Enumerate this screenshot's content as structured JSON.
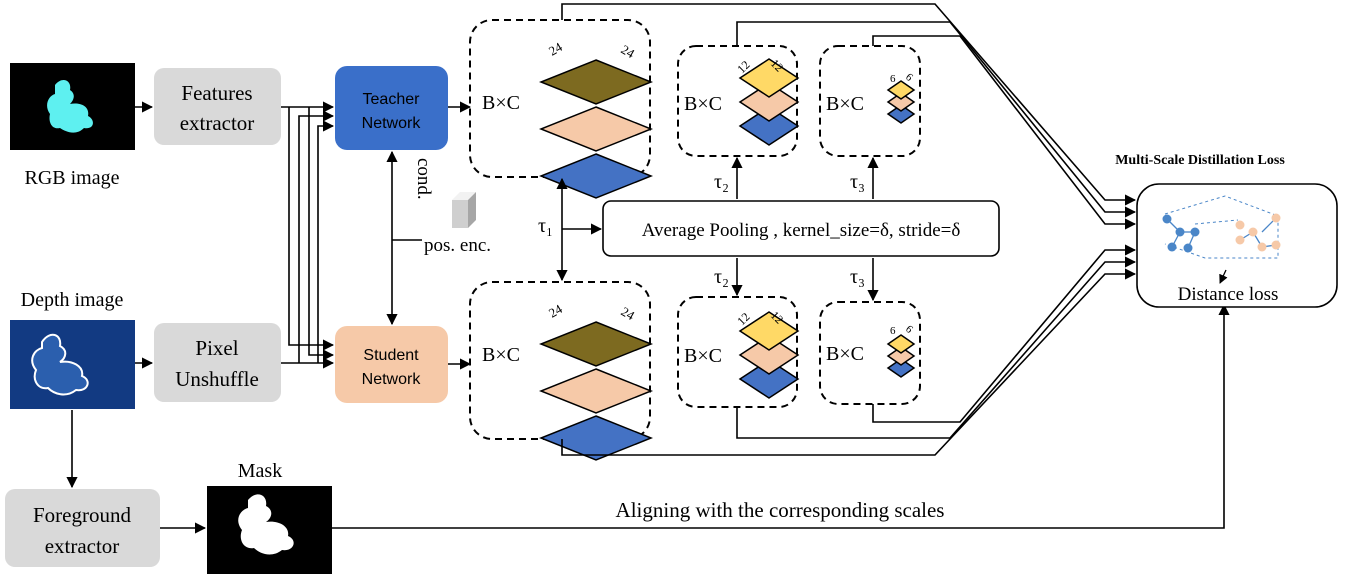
{
  "labels": {
    "rgb_image": "RGB image",
    "depth_image": "Depth image",
    "mask": "Mask",
    "features_extractor_l1": "Features",
    "features_extractor_l2": "extractor",
    "pixel_unshuffle_l1": "Pixel",
    "pixel_unshuffle_l2": "Unshuffle",
    "foreground_extractor_l1": "Foreground",
    "foreground_extractor_l2": "extractor",
    "teacher_l1": "Teacher",
    "teacher_l2": "Network",
    "student_l1": "Student",
    "student_l2": "Network",
    "cond": "cond.",
    "pos_enc": "pos. enc.",
    "bxc": "B×C",
    "tau1": "τ₁",
    "tau2": "τ₂",
    "tau3": "τ₃",
    "pooling": "Average Pooling , kernel_size=δ, stride=δ",
    "msd_title": "Multi-Scale Distillation Loss",
    "distance_loss": "Distance loss",
    "aligning": "Aligning with the corresponding scales",
    "dim_24": "24",
    "dim_12": "12",
    "dim_6": "6"
  },
  "colors": {
    "gray_box": "#d9d9d9",
    "teacher_fill": "#3a6fc9",
    "student_fill": "#f6c9a8",
    "layer_olive": "#7d6a20",
    "layer_peach": "#f6c9a8",
    "layer_blue": "#4472c4",
    "layer_yellow": "#ffd966",
    "rgb_object": "#5ef0f0",
    "depth_bg": "#123a82"
  }
}
